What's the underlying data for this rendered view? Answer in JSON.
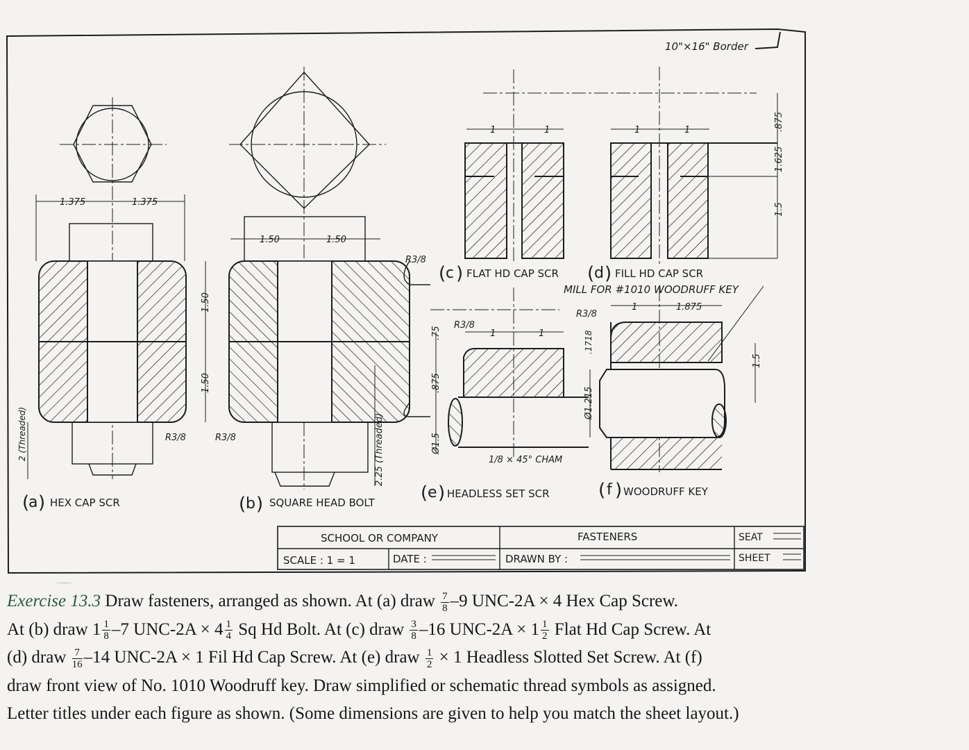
{
  "border_note": "10\"×16\" Border",
  "figures": {
    "a": {
      "letter": "a",
      "title": "HEX CAP SCR",
      "dim_left": "1.375",
      "dim_right": "1.375",
      "radius": "R3/8",
      "threaded": "2 (Threaded)"
    },
    "b": {
      "letter": "b",
      "title": "SQUARE HEAD BOLT",
      "dim_left": "1.50",
      "dim_right": "1.50",
      "dim_v1": "1.50",
      "dim_v2": "1.50",
      "radius": "R3/8",
      "radius_top": "R3/8",
      "threaded": "2.25 (Threaded)"
    },
    "c": {
      "letter": "c",
      "title": "FLAT HD CAP SCR",
      "dim1": "1",
      "dim2": "1"
    },
    "d": {
      "letter": "d",
      "title": "FILL HD CAP SCR",
      "dim1": "1",
      "dim2": "1",
      "dim_v_top": ".875",
      "dim_v_mid": "1.625",
      "dim_v_low": "1.5"
    },
    "e": {
      "letter": "e",
      "title": "HEADLESS SET SCR",
      "radius": "R3/8",
      "dim_v1": ".75",
      "dim_v2": ".875",
      "dia": "Ø1.5",
      "dim1": "1",
      "dim2": "1",
      "cham": "1/8 × 45° CHAM"
    },
    "f": {
      "letter": "f",
      "title": "WOODRUFF KEY",
      "mill_note": "MILL FOR #1010 WOODRUFF KEY",
      "radius": "R3/8",
      "dim1": "1",
      "dim2": "1.875",
      "dim_v1": ".1718",
      "dia": "Ø1.215",
      "dim_v2": "1.5"
    }
  },
  "title_block": {
    "school": "SCHOOL OR COMPANY",
    "title": "FASTENERS",
    "seat": "SEAT",
    "scale": "SCALE : 1 = 1",
    "date": "DATE :",
    "drawn_by": "DRAWN BY :",
    "sheet": "SHEET"
  },
  "caption": {
    "label": "Exercise 13.3",
    "line1_a": " Draw fasteners, arranged as shown. At (a) draw ",
    "f1n": "7",
    "f1d": "8",
    "line1_b": "–9 UNC-2A × 4 Hex Cap Screw.",
    "line2_a": "At (b) draw 1",
    "f2n": "1",
    "f2d": "8",
    "line2_b": "–7 UNC-2A × 4",
    "f3n": "1",
    "f3d": "4",
    "line2_c": " Sq Hd Bolt. At (c) draw ",
    "f4n": "3",
    "f4d": "8",
    "line2_d": "–16 UNC-2A × 1",
    "f5n": "1",
    "f5d": "2",
    "line2_e": " Flat Hd Cap Screw. At",
    "line3_a": "(d) draw ",
    "f6n": "7",
    "f6d": "16",
    "line3_b": "–14 UNC-2A × 1 Fil Hd Cap Screw. At (e) draw ",
    "f7n": "1",
    "f7d": "2",
    "line3_c": " × 1 Headless Slotted Set Screw. At (f)",
    "line4": "draw front view of No. 1010 Woodruff key. Draw simplified or schematic thread symbols as assigned.",
    "line5": "Letter titles under each figure as shown. (Some dimensions are given to help you match the sheet layout.)"
  },
  "colors": {
    "ink": "#1c1c1c",
    "paper": "#f4f3f1",
    "annotation": "#2a5a3a"
  }
}
